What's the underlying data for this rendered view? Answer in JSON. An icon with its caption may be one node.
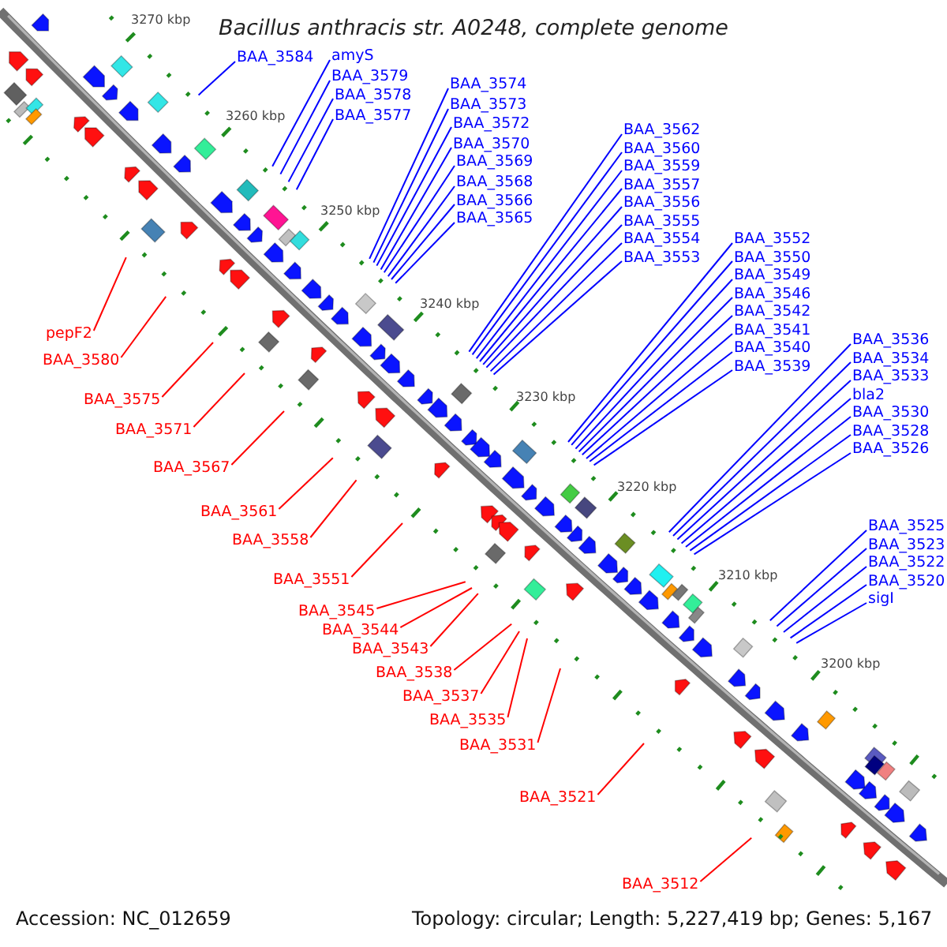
{
  "diagram": {
    "title": "Bacillus anthracis str. A0248, complete genome",
    "nodes": [
      {
        "text": [
          "BAA_3584"
        ]
      },
      {
        "text": [
          "amyS"
        ]
      },
      {
        "text": [
          "BAA_3579"
        ]
      },
      {
        "text": [
          "BAA_3578"
        ]
      },
      {
        "text": [
          "BAA_3577"
        ]
      },
      {
        "text": [
          "BAA_3574"
        ]
      },
      {
        "text": [
          "BAA_3573"
        ]
      },
      {
        "text": [
          "BAA_3572"
        ]
      },
      {
        "text": [
          "BAA_3570"
        ]
      },
      {
        "text": [
          "BAA_3569"
        ]
      },
      {
        "text": [
          "BAA_3568"
        ]
      },
      {
        "text": [
          "BAA_3566"
        ]
      },
      {
        "text": [
          "BAA_3565"
        ]
      },
      {
        "text": [
          "BAA_3562"
        ]
      },
      {
        "text": [
          "BAA_3560"
        ]
      },
      {
        "text": [
          "BAA_3559"
        ]
      },
      {
        "text": [
          "BAA_3557"
        ]
      },
      {
        "text": [
          "BAA_3556"
        ]
      },
      {
        "text": [
          "BAA_3555"
        ]
      },
      {
        "text": [
          "BAA_3554"
        ]
      },
      {
        "text": [
          "BAA_3553"
        ]
      },
      {
        "text": [
          "BAA_3552"
        ]
      },
      {
        "text": [
          "BAA_3550"
        ]
      },
      {
        "text": [
          "BAA_3549"
        ]
      },
      {
        "text": [
          "BAA_3546"
        ]
      },
      {
        "text": [
          "BAA_3542"
        ]
      },
      {
        "text": [
          "BAA_3541"
        ]
      },
      {
        "text": [
          "BAA_3540"
        ]
      },
      {
        "text": [
          "BAA_3539"
        ]
      },
      {
        "text": [
          "BAA_3536"
        ]
      },
      {
        "text": [
          "BAA_3534"
        ]
      },
      {
        "text": [
          "BAA_3533"
        ]
      },
      {
        "text": [
          "bla2"
        ]
      },
      {
        "text": [
          "BAA_3530"
        ]
      },
      {
        "text": [
          "BAA_3528"
        ]
      },
      {
        "text": [
          "BAA_3526"
        ]
      },
      {
        "text": [
          "BAA_3525"
        ]
      },
      {
        "text": [
          "BAA_3523"
        ]
      },
      {
        "text": [
          "BAA_3522"
        ]
      },
      {
        "text": [
          "BAA_3520"
        ]
      },
      {
        "text": [
          "sigI"
        ]
      },
      {
        "text": [
          "pepF2"
        ]
      },
      {
        "text": [
          "BAA_3580"
        ]
      },
      {
        "text": [
          "BAA_3575"
        ]
      },
      {
        "text": [
          "BAA_3571"
        ]
      },
      {
        "text": [
          "BAA_3567"
        ]
      },
      {
        "text": [
          "BAA_3561"
        ]
      },
      {
        "text": [
          "BAA_3558"
        ]
      },
      {
        "text": [
          "BAA_3551"
        ]
      },
      {
        "text": [
          "BAA_3545"
        ]
      },
      {
        "text": [
          "BAA_3544"
        ]
      },
      {
        "text": [
          "BAA_3543"
        ]
      },
      {
        "text": [
          "BAA_3538"
        ]
      },
      {
        "text": [
          "BAA_3537"
        ]
      },
      {
        "text": [
          "BAA_3535"
        ]
      },
      {
        "text": [
          "BAA_3531"
        ]
      },
      {
        "text": [
          "BAA_3521"
        ]
      },
      {
        "text": [
          "BAA_3512"
        ]
      }
    ],
    "edges": [
      {
        "from": 0,
        "to": null,
        "arrow": "none"
      },
      {
        "from": 1,
        "to": null,
        "arrow": "none"
      },
      {
        "from": 2,
        "to": null,
        "arrow": "none"
      },
      {
        "from": 3,
        "to": null,
        "arrow": "none"
      },
      {
        "from": 4,
        "to": null,
        "arrow": "none"
      },
      {
        "from": 5,
        "to": null,
        "arrow": "none"
      },
      {
        "from": 6,
        "to": null,
        "arrow": "none"
      },
      {
        "from": 7,
        "to": null,
        "arrow": "none"
      },
      {
        "from": 8,
        "to": null,
        "arrow": "none"
      },
      {
        "from": 9,
        "to": null,
        "arrow": "none"
      },
      {
        "from": 10,
        "to": null,
        "arrow": "none"
      },
      {
        "from": 11,
        "to": null,
        "arrow": "none"
      },
      {
        "from": 12,
        "to": null,
        "arrow": "none"
      },
      {
        "from": 13,
        "to": null,
        "arrow": "none"
      },
      {
        "from": 14,
        "to": null,
        "arrow": "none"
      },
      {
        "from": 15,
        "to": null,
        "arrow": "none"
      },
      {
        "from": 16,
        "to": null,
        "arrow": "none"
      },
      {
        "from": 17,
        "to": null,
        "arrow": "none"
      },
      {
        "from": 18,
        "to": null,
        "arrow": "none"
      },
      {
        "from": 19,
        "to": null,
        "arrow": "none"
      },
      {
        "from": 20,
        "to": null,
        "arrow": "none"
      },
      {
        "from": 21,
        "to": null,
        "arrow": "none"
      },
      {
        "from": 22,
        "to": null,
        "arrow": "none"
      },
      {
        "from": 23,
        "to": null,
        "arrow": "none"
      },
      {
        "from": 24,
        "to": null,
        "arrow": "none"
      },
      {
        "from": 25,
        "to": null,
        "arrow": "none"
      },
      {
        "from": 26,
        "to": null,
        "arrow": "none"
      },
      {
        "from": 27,
        "to": null,
        "arrow": "none"
      },
      {
        "from": 28,
        "to": null,
        "arrow": "none"
      },
      {
        "from": 29,
        "to": null,
        "arrow": "none"
      },
      {
        "from": 30,
        "to": null,
        "arrow": "none"
      },
      {
        "from": 31,
        "to": null,
        "arrow": "none"
      },
      {
        "from": 32,
        "to": null,
        "arrow": "none"
      },
      {
        "from": 33,
        "to": null,
        "arrow": "none"
      },
      {
        "from": 34,
        "to": null,
        "arrow": "none"
      },
      {
        "from": 35,
        "to": null,
        "arrow": "none"
      },
      {
        "from": 36,
        "to": null,
        "arrow": "none"
      },
      {
        "from": 37,
        "to": null,
        "arrow": "none"
      },
      {
        "from": 38,
        "to": null,
        "arrow": "none"
      },
      {
        "from": 39,
        "to": null,
        "arrow": "none"
      },
      {
        "from": 40,
        "to": null,
        "arrow": "none"
      },
      {
        "from": 41,
        "to": null,
        "arrow": "none",
        "color": "#ff0000"
      },
      {
        "from": 42,
        "to": null,
        "arrow": "none",
        "color": "#ff0000"
      },
      {
        "from": 43,
        "to": null,
        "arrow": "none",
        "color": "#ff0000"
      },
      {
        "from": 44,
        "to": null,
        "arrow": "none",
        "color": "#ff0000"
      },
      {
        "from": 45,
        "to": null,
        "arrow": "none",
        "color": "#ff0000"
      },
      {
        "from": 46,
        "to": null,
        "arrow": "none",
        "color": "#ff0000"
      },
      {
        "from": 47,
        "to": null,
        "arrow": "none",
        "color": "#ff0000"
      },
      {
        "from": 48,
        "to": null,
        "arrow": "none",
        "color": "#ff0000"
      },
      {
        "from": 49,
        "to": null,
        "arrow": "none",
        "color": "#ff0000"
      },
      {
        "from": 50,
        "to": null,
        "arrow": "none",
        "color": "#ff0000"
      },
      {
        "from": 51,
        "to": null,
        "arrow": "none",
        "color": "#ff0000"
      },
      {
        "from": 52,
        "to": null,
        "arrow": "none",
        "color": "#ff0000"
      },
      {
        "from": 53,
        "to": null,
        "arrow": "none",
        "color": "#ff0000"
      },
      {
        "from": 54,
        "to": null,
        "arrow": "none",
        "color": "#ff0000"
      },
      {
        "from": 55,
        "to": null,
        "arrow": "none",
        "color": "#ff0000"
      },
      {
        "from": 56,
        "to": null,
        "arrow": "none",
        "color": "#ff0000"
      },
      {
        "from": 57,
        "to": null,
        "arrow": "none",
        "color": "#ff0000"
      }
    ],
    "labels": [
      "3270 kbp",
      "3260 kbp",
      "3250 kbp",
      "3240 kbp",
      "3230 kbp",
      "3220 kbp",
      "3210 kbp",
      "3200 kbp",
      "Accession: NC_012659",
      "Topology: circular; Length: 5,227,419 bp; Genes: 5,167"
    ]
  }
}
